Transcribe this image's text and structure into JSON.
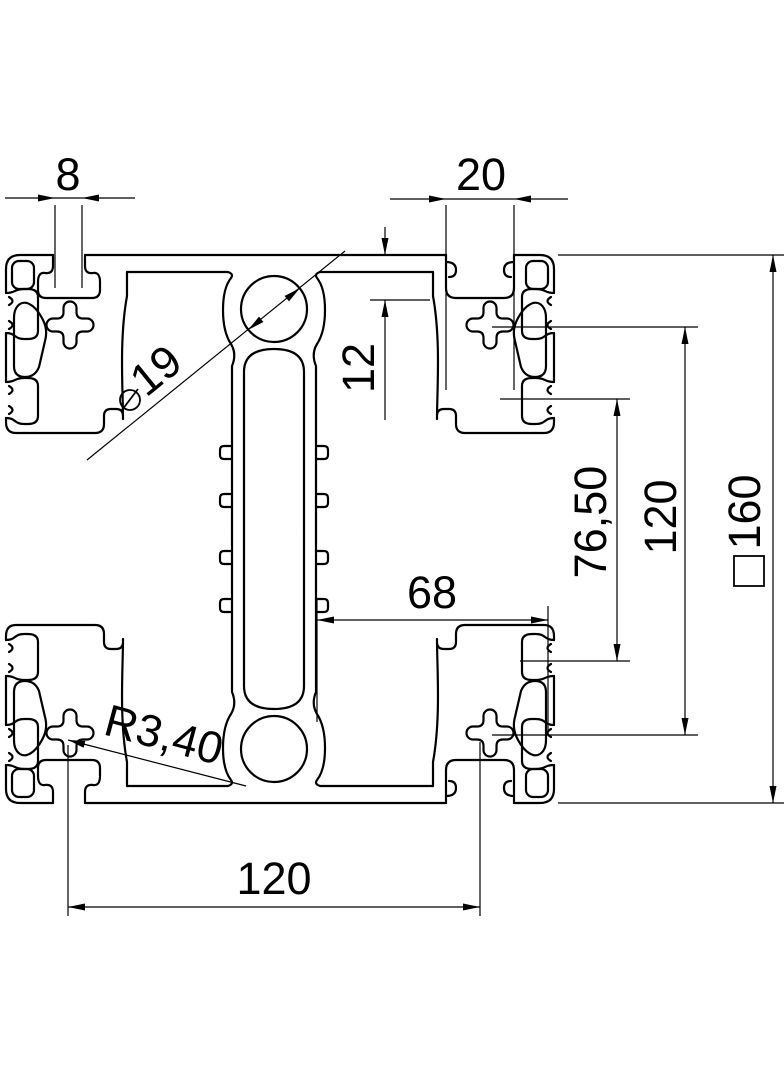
{
  "drawing": {
    "type": "technical-cross-section",
    "subject": "aluminium profile cross-section with dimensioning",
    "colors": {
      "background": "#ffffff",
      "line": "#000000",
      "text": "#000000"
    }
  },
  "dimensions": {
    "top_left_slot_opening": "8",
    "top_right_slot_opening": "20",
    "slot_depth": "12",
    "bore_diameter_value": "19",
    "bore_diameter_full": "⌀19",
    "inner_spacing": "76,50",
    "hole_spacing_vertical": "120",
    "outer_size_value": "160",
    "outer_size_full": "□160",
    "web_clearance": "68",
    "fillet_radius": "R3,40",
    "hole_spacing_horizontal": "120"
  },
  "symbols": {
    "diameter": "⌀",
    "square": "□"
  }
}
